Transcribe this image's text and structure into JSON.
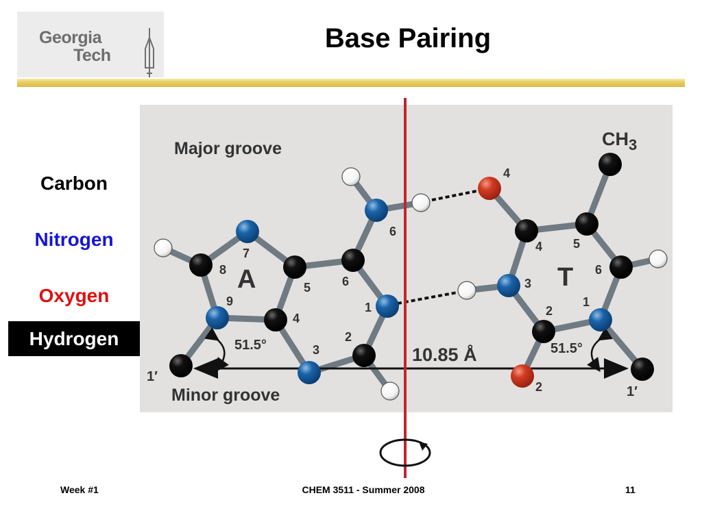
{
  "slide": {
    "title": "Base Pairing",
    "logo": {
      "line1": "Georgia",
      "line2": "Tech"
    }
  },
  "legend": {
    "carbon": "Carbon",
    "nitrogen": "Nitrogen",
    "oxygen": "Oxygen",
    "hydrogen": "Hydrogen"
  },
  "diagram": {
    "major_groove": "Major groove",
    "minor_groove": "Minor groove",
    "base_left": "A",
    "base_right": "T",
    "methyl_group": "CH",
    "methyl_subscript": "3",
    "distance": "10.85 Å",
    "angle_left": "51.5°",
    "angle_right": "51.5°",
    "sugar_left": "1′",
    "sugar_right": "1′",
    "adenine_numbers": [
      "1",
      "2",
      "3",
      "4",
      "5",
      "6",
      "7",
      "8",
      "9"
    ],
    "thymine_numbers": [
      "1",
      "2",
      "2",
      "3",
      "4",
      "4",
      "5",
      "6"
    ],
    "colors": {
      "carbon": "#000000",
      "nitrogen": "#1a63a8",
      "oxygen": "#d23a22",
      "hydrogen": "#ffffff",
      "axis": "#c0262c",
      "panel": "#e2e1e0"
    }
  },
  "footer": {
    "left": "Week #1",
    "center": "CHEM 3511 - Summer 2008",
    "right": "11"
  }
}
